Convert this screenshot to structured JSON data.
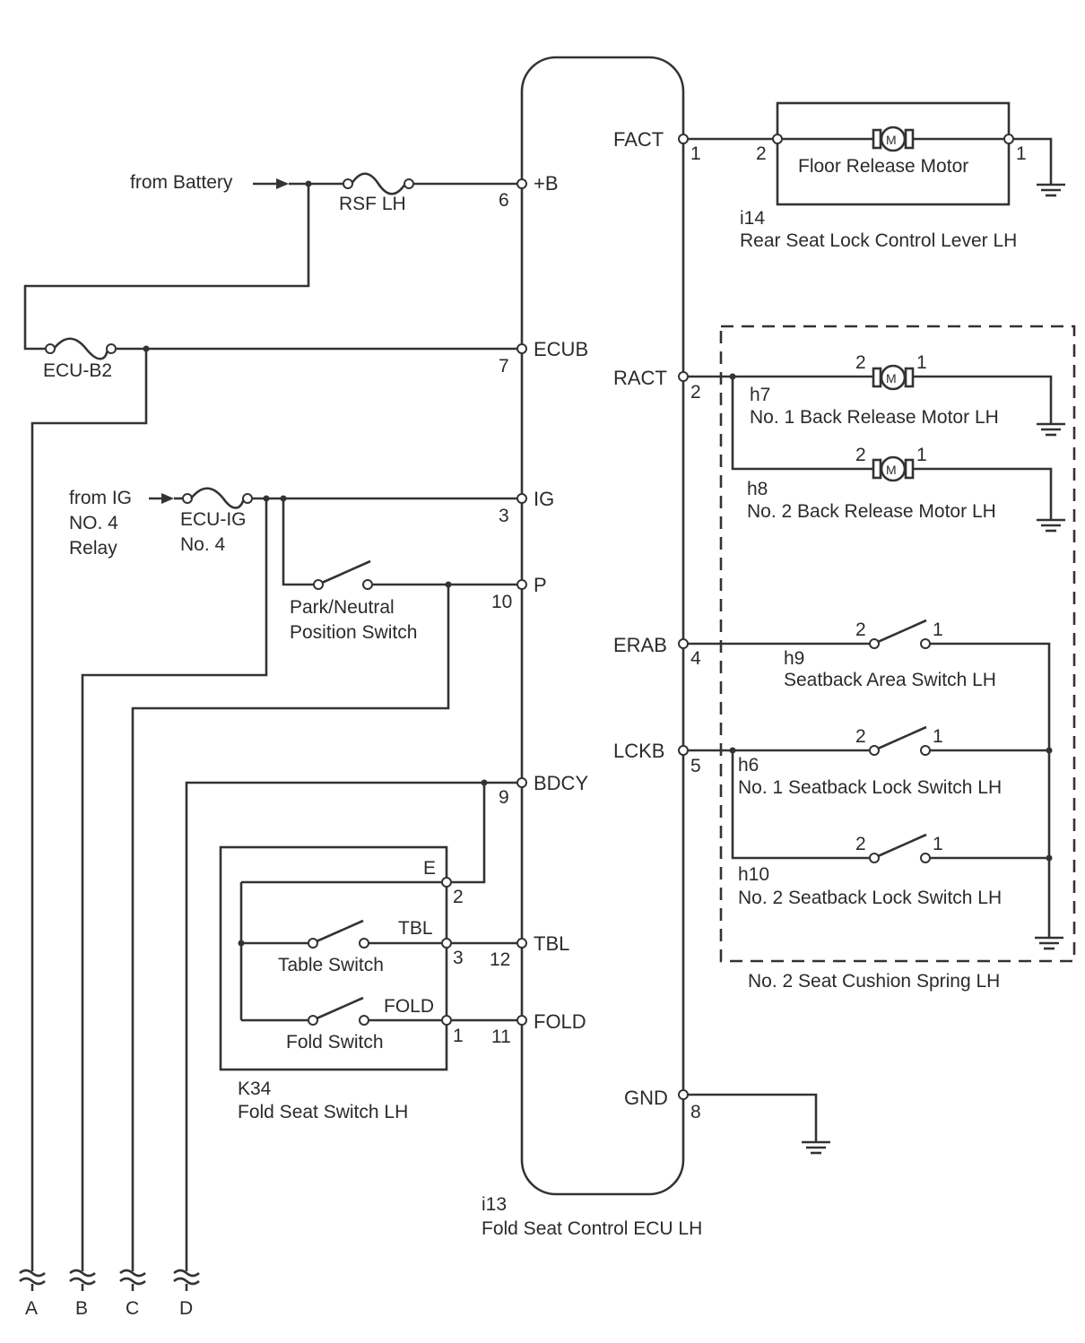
{
  "ecu": {
    "code": "i13",
    "name": "Fold Seat Control ECU LH",
    "pins": {
      "b": {
        "label": "+B",
        "num": "6"
      },
      "ecub": {
        "label": "ECUB",
        "num": "7"
      },
      "ig": {
        "label": "IG",
        "num": "3"
      },
      "p": {
        "label": "P",
        "num": "10"
      },
      "bdcy": {
        "label": "BDCY",
        "num": "9"
      },
      "tbl": {
        "label": "TBL",
        "num": "12"
      },
      "fold": {
        "label": "FOLD",
        "num": "11"
      },
      "fact": {
        "label": "FACT",
        "num": "1"
      },
      "ract": {
        "label": "RACT",
        "num": "2"
      },
      "erab": {
        "label": "ERAB",
        "num": "4"
      },
      "lckb": {
        "label": "LCKB",
        "num": "5"
      },
      "gnd": {
        "label": "GND",
        "num": "8"
      }
    }
  },
  "left": {
    "from_battery": "from Battery",
    "rsf_fuse": "RSF LH",
    "ecu_b2_fuse": "ECU-B2",
    "from_ig_1": "from IG",
    "from_ig_2": "NO. 4",
    "from_ig_3": "Relay",
    "ecu_ig_fuse_1": "ECU-IG",
    "ecu_ig_fuse_2": "No. 4",
    "park_switch_1": "Park/Neutral",
    "park_switch_2": "Position Switch"
  },
  "fold_switch": {
    "code": "K34",
    "name": "Fold Seat Switch LH",
    "terms": {
      "e": {
        "label": "E",
        "num": "2"
      },
      "tbl": {
        "label": "TBL",
        "num": "3"
      },
      "fold": {
        "label": "FOLD",
        "num": "1"
      }
    },
    "table_switch": "Table Switch",
    "fold_switch_label": "Fold Switch"
  },
  "lever": {
    "code": "i14",
    "name": "Rear Seat Lock Control Lever LH",
    "motor": "Floor Release Motor",
    "pin_left": "2",
    "pin_right": "1"
  },
  "cushion": {
    "name": "No. 2 Seat Cushion Spring LH",
    "motor_mark": "M",
    "m1": {
      "code": "h7",
      "name": "No. 1 Back Release Motor LH",
      "pin_a": "2",
      "pin_b": "1"
    },
    "m2": {
      "code": "h8",
      "name": "No. 2 Back Release Motor LH",
      "pin_a": "2",
      "pin_b": "1"
    },
    "s1": {
      "code": "h9",
      "name": "Seatback Area Switch LH",
      "pin_a": "2",
      "pin_b": "1"
    },
    "s2": {
      "code": "h6",
      "name": "No. 1 Seatback Lock Switch LH",
      "pin_a": "2",
      "pin_b": "1"
    },
    "s3": {
      "code": "h10",
      "name": "No. 2 Seatback Lock Switch LH",
      "pin_a": "2",
      "pin_b": "1"
    }
  },
  "connectors": [
    "A",
    "B",
    "C",
    "D"
  ]
}
